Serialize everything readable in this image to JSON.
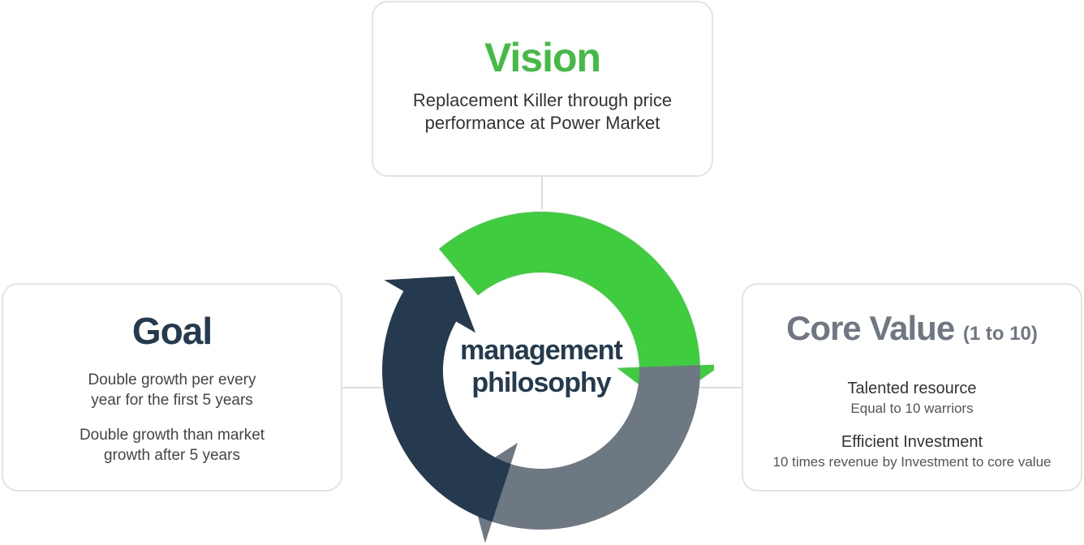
{
  "colors": {
    "vision_green": "#44bb44",
    "goal_navy": "#243a4e",
    "core_gray": "#6e7782",
    "arrow_green": "#3fcc3f",
    "arrow_navy": "#253a4e",
    "arrow_gray": "#6e7882"
  },
  "vision": {
    "title": "Vision",
    "line1": "Replacement Killer through price",
    "line2": "performance at Power Market"
  },
  "goal": {
    "title": "Goal",
    "items": [
      {
        "line1": "Double growth per every",
        "line2": "year for  the first 5 years"
      },
      {
        "line1": "Double growth than market",
        "line2": "growth after 5 years"
      }
    ]
  },
  "core_value": {
    "title": "Core Value",
    "subtitle": "(1 to 10)",
    "values": [
      {
        "heading": "Talented resource",
        "description": "Equal to 10 warriors"
      },
      {
        "heading": "Efficient Investment",
        "description": "10 times revenue by Investment to  core value"
      }
    ]
  },
  "center": {
    "line1": "management",
    "line2": "philosophy"
  }
}
